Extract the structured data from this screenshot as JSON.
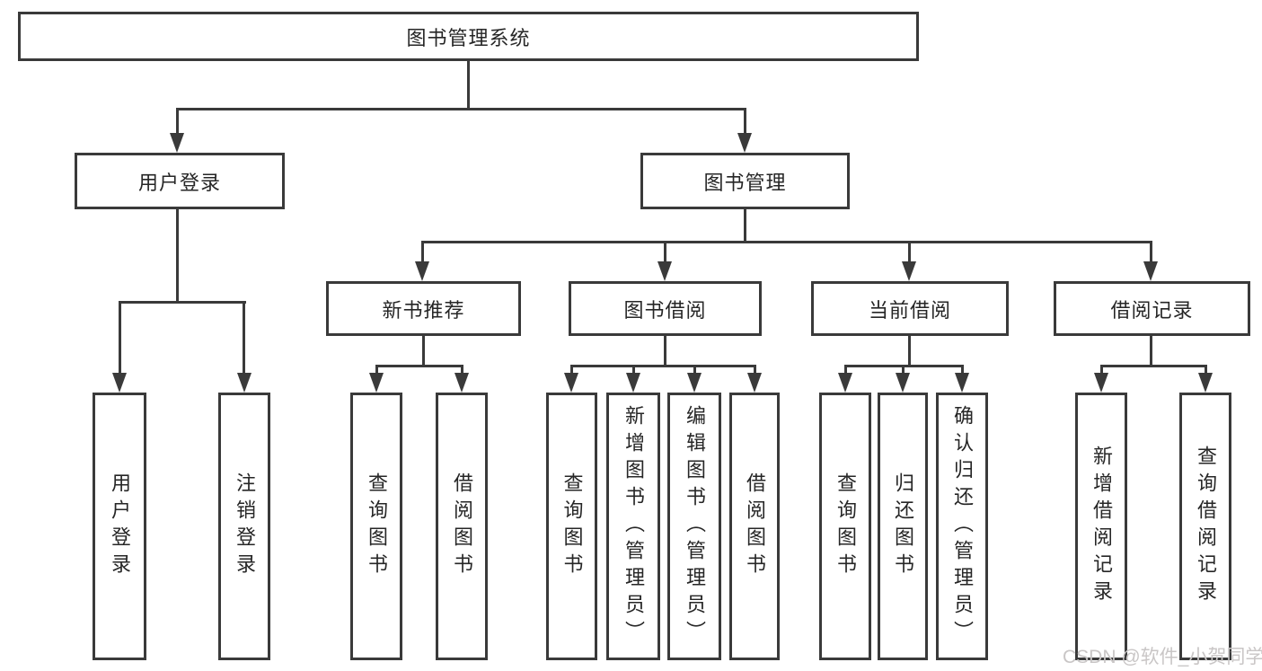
{
  "colors": {
    "line": "#3a3a3a",
    "text": "#262626",
    "watermark": "#c9c6c6",
    "box_background": "#ffffff",
    "background": "#ffffff"
  },
  "watermark": {
    "text": "CSDN @软件_小贺同学"
  },
  "tree": {
    "label": "图书管理系统",
    "children": [
      {
        "label": "用户登录",
        "children": [
          {
            "label": "用户登录"
          },
          {
            "label": "注销登录"
          }
        ]
      },
      {
        "label": "图书管理",
        "children": [
          {
            "label": "新书推荐",
            "children": [
              {
                "label": "查询图书"
              },
              {
                "label": "借阅图书"
              }
            ]
          },
          {
            "label": "图书借阅",
            "children": [
              {
                "label": "查询图书"
              },
              {
                "label": "新增图书（管理员）"
              },
              {
                "label": "编辑图书（管理员）"
              },
              {
                "label": "借阅图书"
              }
            ]
          },
          {
            "label": "当前借阅",
            "children": [
              {
                "label": "查询图书"
              },
              {
                "label": "归还图书"
              },
              {
                "label": "确认归还（管理员）"
              }
            ]
          },
          {
            "label": "借阅记录",
            "children": [
              {
                "label": "新增借阅记录"
              },
              {
                "label": "查询借阅记录"
              }
            ]
          }
        ]
      }
    ]
  }
}
